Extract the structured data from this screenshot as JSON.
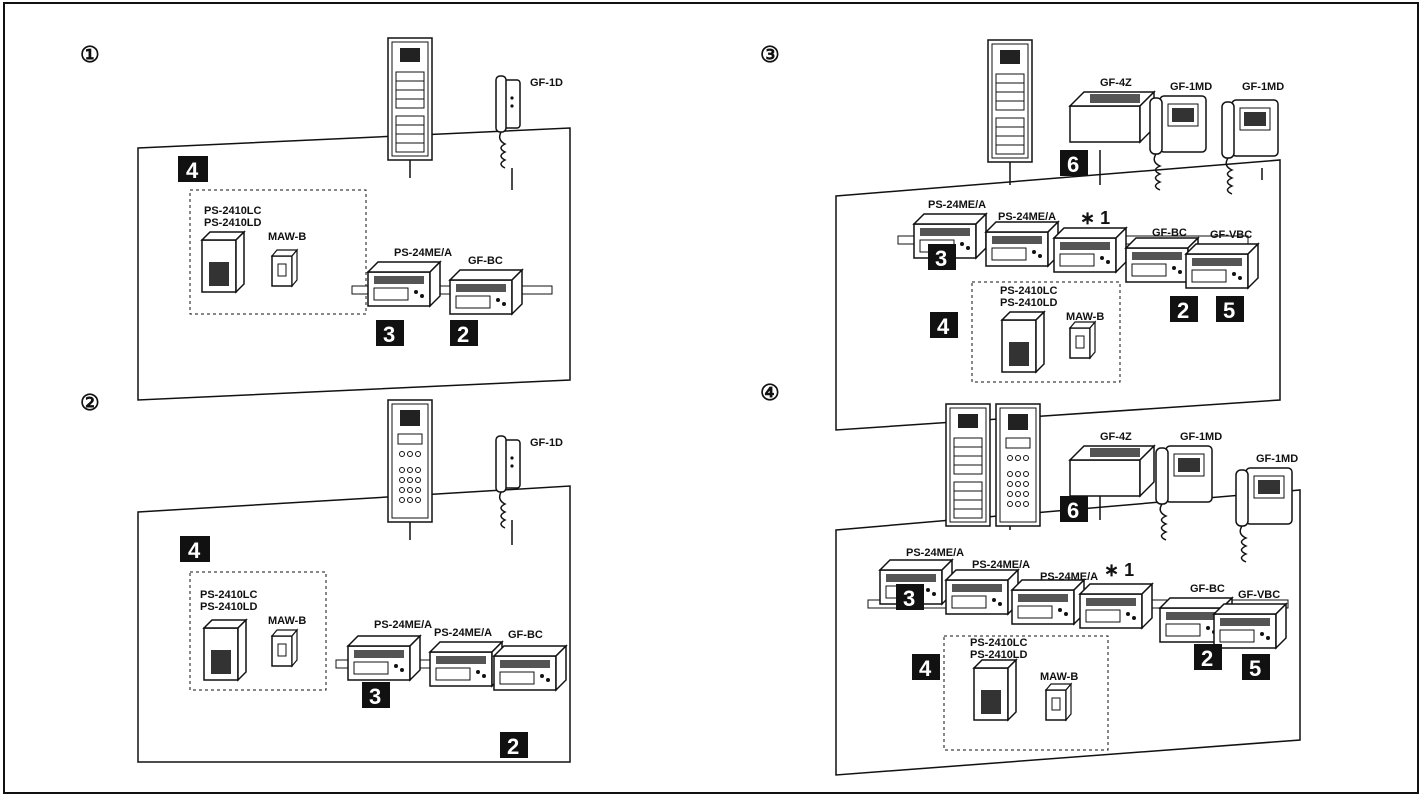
{
  "panels": [
    {
      "number": "①",
      "callouts": [
        "4",
        "3",
        "2"
      ],
      "labels": {
        "handset": "GF-1D",
        "psu_a": "PS-2410LC",
        "psu_b": "PS-2410LD",
        "maw": "MAW-B",
        "ps24_1": "PS-24ME/A",
        "gfbc": "GF-BC"
      }
    },
    {
      "number": "②",
      "callouts": [
        "4",
        "3",
        "2"
      ],
      "labels": {
        "handset": "GF-1D",
        "psu_a": "PS-2410LC",
        "psu_b": "PS-2410LD",
        "maw": "MAW-B",
        "ps24_1": "PS-24ME/A",
        "ps24_2": "PS-24ME/A",
        "gfbc": "GF-BC"
      }
    },
    {
      "number": "③",
      "callouts": [
        "6",
        "3",
        "4",
        "2",
        "5"
      ],
      "star": "∗ 1",
      "labels": {
        "gf4z": "GF-4Z",
        "gf1md_1": "GF-1MD",
        "gf1md_2": "GF-1MD",
        "ps24_1": "PS-24ME/A",
        "ps24_2": "PS-24ME/A",
        "gfbc": "GF-BC",
        "gfvbc": "GF-VBC",
        "psu_a": "PS-2410LC",
        "psu_b": "PS-2410LD",
        "maw": "MAW-B"
      }
    },
    {
      "number": "④",
      "callouts": [
        "6",
        "3",
        "4",
        "2",
        "5"
      ],
      "star": "∗ 1",
      "labels": {
        "gf4z": "GF-4Z",
        "gf1md_1": "GF-1MD",
        "gf1md_2": "GF-1MD",
        "ps24_1": "PS-24ME/A",
        "ps24_2": "PS-24ME/A",
        "ps24_3": "PS-24ME/A",
        "gfbc": "GF-BC",
        "gfvbc": "GF-VBC",
        "psu_a": "PS-2410LC",
        "psu_b": "PS-2410LD",
        "maw": "MAW-B"
      }
    }
  ]
}
